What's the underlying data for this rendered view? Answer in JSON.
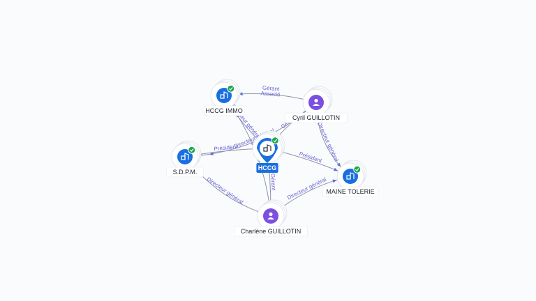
{
  "colors": {
    "company": "#1a6fe0",
    "person": "#7b4fe0",
    "verified": "#1aa64a",
    "edge": "#8a93a8",
    "edge_label": "#6b63d6"
  },
  "nodes": [
    {
      "id": "hccg",
      "label": "HCCG",
      "type": "company",
      "icon": "building-icon",
      "verified": true,
      "focus": true
    },
    {
      "id": "hccg-immo",
      "label": "HCCG IMMO",
      "type": "company",
      "icon": "building-icon",
      "verified": true
    },
    {
      "id": "sdpm",
      "label": "S.D.P.M.",
      "type": "company",
      "icon": "building-icon",
      "verified": true
    },
    {
      "id": "maine-tolerie",
      "label": "MAINE TOLERIE",
      "type": "company",
      "icon": "building-icon",
      "verified": true
    },
    {
      "id": "cyril",
      "label": "Cyril GUILLOTIN",
      "type": "person",
      "icon": "person-icon",
      "verified": false
    },
    {
      "id": "charlene",
      "label": "Charlène GUILLOTIN",
      "type": "person",
      "icon": "person-icon",
      "verified": false
    }
  ],
  "edges": [
    {
      "from": "cyril",
      "to": "hccg-immo",
      "labels": [
        "Gérant",
        "Associé"
      ]
    },
    {
      "from": "cyril",
      "to": "sdpm",
      "labels": [
        "Directeur général"
      ]
    },
    {
      "from": "cyril",
      "to": "hccg",
      "labels": [
        "Gérant"
      ]
    },
    {
      "from": "cyril",
      "to": "maine-tolerie",
      "labels": [
        "Directeur général"
      ]
    },
    {
      "from": "hccg",
      "to": "sdpm",
      "labels": [
        "Président"
      ]
    },
    {
      "from": "hccg",
      "to": "maine-tolerie",
      "labels": [
        "Président"
      ]
    },
    {
      "from": "charlene",
      "to": "hccg-immo",
      "labels": [
        "Gérant",
        "Associé"
      ]
    },
    {
      "from": "charlene",
      "to": "hccg",
      "labels": [
        "Gérant"
      ]
    },
    {
      "from": "charlene",
      "to": "sdpm",
      "labels": [
        "Directeur général"
      ]
    },
    {
      "from": "charlene",
      "to": "maine-tolerie",
      "labels": [
        "Directeur général"
      ]
    },
    {
      "from": "hccg-immo",
      "to": "hccg",
      "labels": [
        "Directeur général"
      ]
    }
  ]
}
